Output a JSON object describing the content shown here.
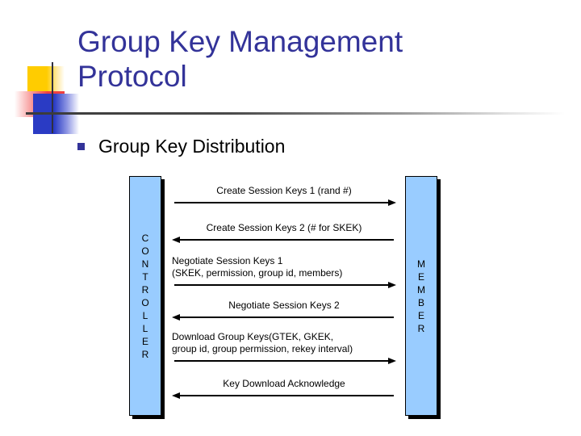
{
  "slide": {
    "title": "Group Key Management\nProtocol",
    "title_color": "#333399",
    "background_color": "#FFFFFF"
  },
  "bullet": {
    "marker": "square-bullet",
    "text": "Group Key Distribution"
  },
  "diagram": {
    "type": "sequence-diagram",
    "lifeline_fill": "#99CCFF",
    "lifelines": [
      {
        "id": "controller",
        "label": "CONTROLLER",
        "letters": [
          "C",
          "O",
          "N",
          "T",
          "R",
          "O",
          "L",
          "L",
          "E",
          "R"
        ],
        "side": "left"
      },
      {
        "id": "member",
        "label": "MEMBER",
        "letters": [
          "M",
          "E",
          "M",
          "B",
          "E",
          "R"
        ],
        "side": "right"
      }
    ],
    "messages": [
      {
        "index": 1,
        "text": "Create Session Keys 1 (rand #)",
        "direction": "right",
        "from": "controller",
        "to": "member",
        "align": "center"
      },
      {
        "index": 2,
        "text": "Create Session Keys 2 (# for SKEK)",
        "direction": "left",
        "from": "member",
        "to": "controller",
        "align": "center"
      },
      {
        "index": 3,
        "text": "Negotiate Session Keys 1\n(SKEK, permission, group id, members)",
        "direction": "right",
        "from": "controller",
        "to": "member",
        "align": "left"
      },
      {
        "index": 4,
        "text": "Negotiate Session Keys 2",
        "direction": "left",
        "from": "member",
        "to": "controller",
        "align": "center"
      },
      {
        "index": 5,
        "text": "Download Group Keys(GTEK, GKEK,\ngroup id, group permission, rekey interval)",
        "direction": "right",
        "from": "controller",
        "to": "member",
        "align": "left"
      },
      {
        "index": 6,
        "text": "Key Download Acknowledge",
        "direction": "left",
        "from": "member",
        "to": "controller",
        "align": "center"
      }
    ]
  }
}
